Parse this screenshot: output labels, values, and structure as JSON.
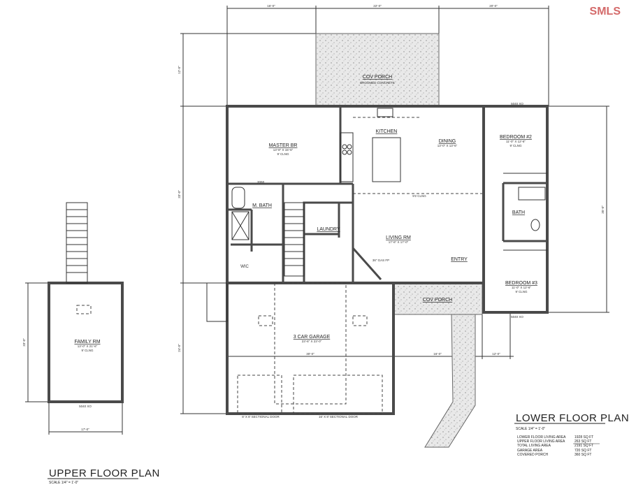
{
  "watermark": "SMLS",
  "colors": {
    "walls": "#4a4a4a",
    "concrete_hatch": "#e6e6e6",
    "watermark": "#d46a6a"
  },
  "lower_plan": {
    "title": "LOWER FLOOR PLAN",
    "scale": "SCALE 1/4\" = 1'-0\"",
    "areas": [
      {
        "label": "LOWER FLOOR LIVING AREA",
        "value": "1928 SQ FT"
      },
      {
        "label": "UPPER FLOOR LIVING AREA",
        "value": "263 SQ FT"
      },
      {
        "label": "TOTAL LIVING AREA",
        "value": "2191 SQ FT"
      },
      {
        "label": "GARAGE AREA",
        "value": "720 SQ FT"
      },
      {
        "label": "COVERED PORCH",
        "value": "360 SQ FT"
      }
    ],
    "rooms": {
      "rear_porch": {
        "name": "COV PORCH",
        "sub": "BROOMED CONCRETE"
      },
      "master": {
        "name": "MASTER BR",
        "sub": "13'-8\" X 15'-6\"",
        "ceiling": "9' CLNG"
      },
      "kitchen": {
        "name": "KITCHEN"
      },
      "dining": {
        "name": "DINING",
        "sub": "13'-0\" X 13'-6\""
      },
      "bedroom2": {
        "name": "BEDROOM #2",
        "sub": "11'-0\" X 12'-6\"",
        "ceiling": "9' CLNG"
      },
      "bath": {
        "name": "BATH"
      },
      "bedroom3": {
        "name": "BEDROOM #3",
        "sub": "11'-0\" X 12'-6\"",
        "ceiling": "9' CLNG"
      },
      "mbath": {
        "name": "M. BATH"
      },
      "laundry": {
        "name": "LAUNDRY"
      },
      "living": {
        "name": "LIVING RM",
        "sub": "17'-6\" X 17'-0\""
      },
      "entry": {
        "name": "ENTRY"
      },
      "wic": {
        "name": "WIC"
      },
      "front_porch": {
        "name": "COV PORCH"
      },
      "garage": {
        "name": "3 CAR GARAGE",
        "sub": "23'-6\" X 23'-0\""
      }
    },
    "notes": {
      "ceiling": "9'2 CLNG",
      "fireplace": "36\" GAS FP",
      "door_left": "8' X 8' SECTIONAL DOOR",
      "door_right": "16' X 8' SECTIONAL DOOR",
      "window_top": "5040 XO",
      "window_bottom": "5040 XO",
      "door_3068": "3068"
    },
    "dimensions": {
      "top": [
        "16'-0\"",
        "22'-0\"",
        "20'-0\""
      ],
      "garage_width": "30'-0\"",
      "porch_width": "16'-0\"",
      "wing_width": "12'-0\"",
      "left_top": "12'-0\"",
      "left_house": "33'-0\"",
      "left_garage": "24'-0\"",
      "right": "35'-0\""
    }
  },
  "upper_plan": {
    "title": "UPPER FLOOR PLAN",
    "scale": "SCALE 1/4\" = 1'-0\"",
    "room": {
      "name": "FAMILY RM",
      "sub": "13'-0\" X 21'-6\"",
      "ceiling": "9' CLNG"
    },
    "window": "5040 XO",
    "width": "17'-0\"",
    "depth": "33'-0\""
  }
}
